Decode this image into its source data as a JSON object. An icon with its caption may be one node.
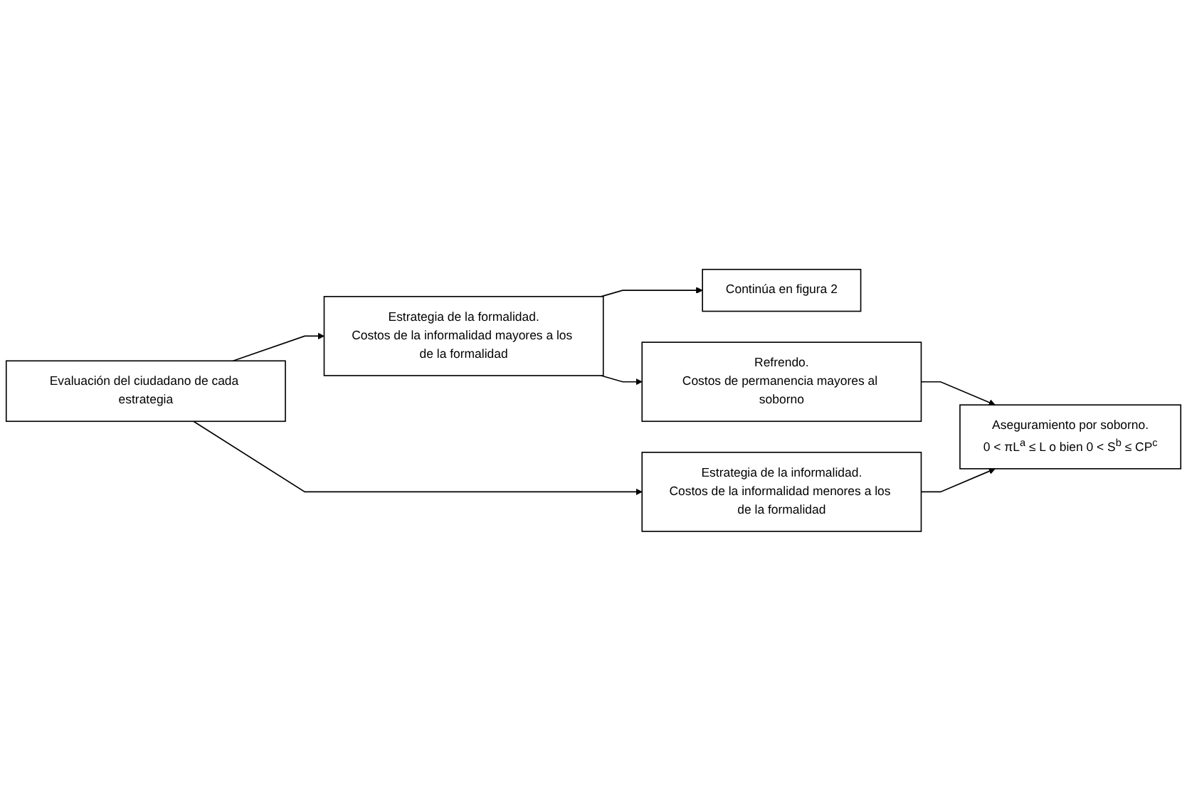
{
  "diagram": {
    "nodes": [
      {
        "text": [
          "Evaluación del ciudadano de cada estrategia"
        ]
      },
      {
        "text": [
          "Estrategia de la formalidad.",
          "Costos de la informalidad mayores a los de la formalidad"
        ]
      },
      {
        "text": [
          "Continúa en figura 2"
        ]
      },
      {
        "text": [
          "Estrategia de la informalidad.",
          "Costos de la informalidad menores a los de la formalidad"
        ]
      },
      {
        "text": [
          "Refrendo.",
          "Costos de permanencia mayores al soborno"
        ]
      },
      {
        "text": [
          "Aseguramiento por soborno.",
          "0 < πL$^{a}$ ≤ L o bien 0 < S$^{b}$ ≤ CP$^{c}$"
        ]
      }
    ],
    "edges": [
      {
        "from": 0,
        "to": 1,
        "arrow": "to"
      },
      {
        "from": 0,
        "to": 3,
        "arrow": "to"
      },
      {
        "from": 1,
        "to": 2,
        "arrow": "to"
      },
      {
        "from": 1,
        "to": 4,
        "arrow": "to"
      },
      {
        "from": 3,
        "to": 5,
        "arrow": "to"
      },
      {
        "from": 4,
        "to": 5,
        "arrow": "to"
      }
    ]
  }
}
